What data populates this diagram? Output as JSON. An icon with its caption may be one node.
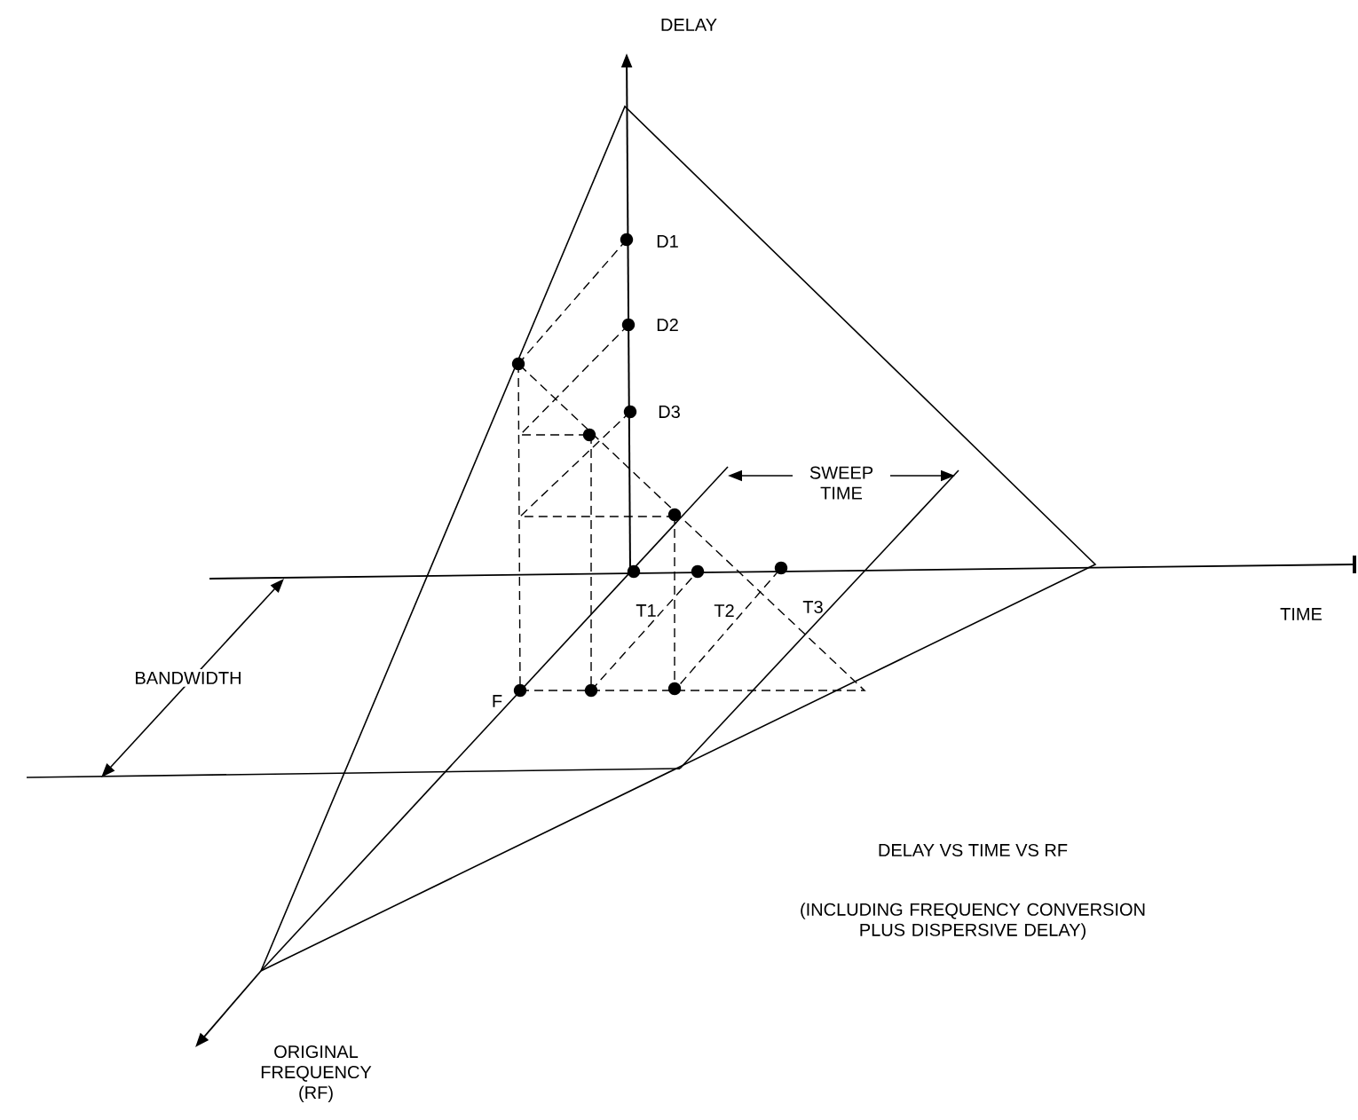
{
  "diagram": {
    "title": "DELAY VS TIME VS RF",
    "caption": "(INCLUDING FREQUENCY CONVERSION PLUS DISPERSIVE DELAY)",
    "labels": [
      "DELAY",
      "D1",
      "D2",
      "D3",
      "SWEEP TIME",
      "T1",
      "T2",
      "T3",
      "TIME",
      "BANDWIDTH",
      "F",
      "ORIGINAL FREQUENCY (RF)"
    ]
  }
}
